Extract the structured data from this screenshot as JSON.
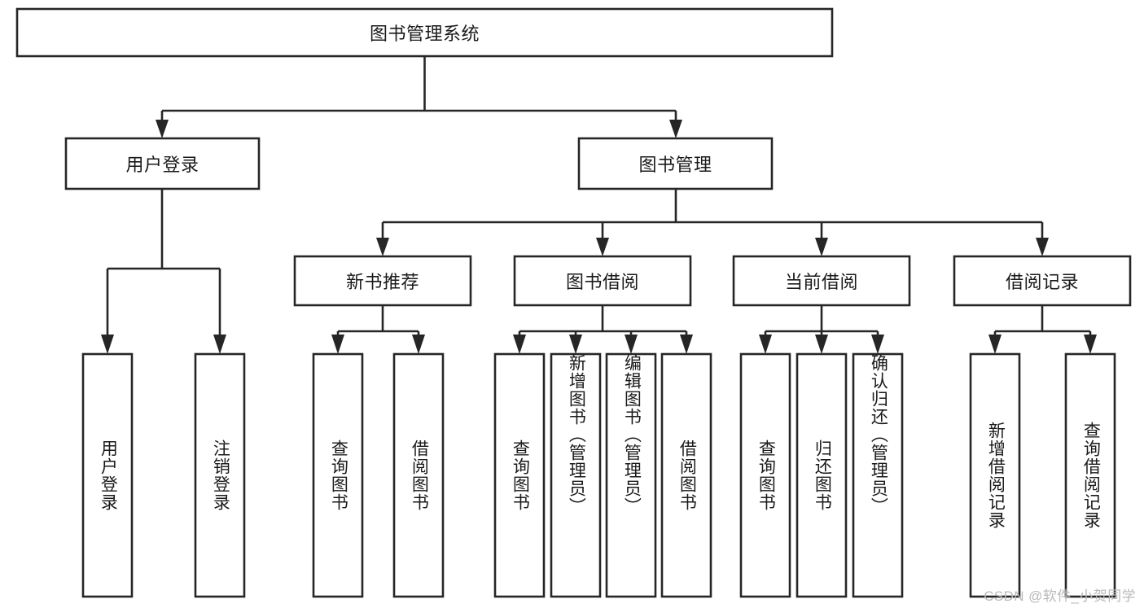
{
  "diagram": {
    "kind": "tree-hierarchy-chart",
    "title": "图书管理系统",
    "orientation": "top-down",
    "levels": 4,
    "root": {
      "id": "root",
      "label": "图书管理系统",
      "orientation": "horizontal"
    },
    "level2": [
      {
        "id": "user-login",
        "label": "用户登录",
        "orientation": "horizontal"
      },
      {
        "id": "book-management",
        "label": "图书管理",
        "orientation": "horizontal"
      }
    ],
    "level3": [
      {
        "id": "new-book-recommend",
        "label": "新书推荐",
        "orientation": "horizontal",
        "parent": "book-management"
      },
      {
        "id": "book-borrow",
        "label": "图书借阅",
        "orientation": "horizontal",
        "parent": "book-management"
      },
      {
        "id": "current-borrow",
        "label": "当前借阅",
        "orientation": "horizontal",
        "parent": "book-management"
      },
      {
        "id": "borrow-record",
        "label": "借阅记录",
        "orientation": "horizontal",
        "parent": "book-management"
      }
    ],
    "leaves": [
      {
        "id": "leaf-user-login",
        "label": "用户登录",
        "orientation": "vertical",
        "parent": "user-login"
      },
      {
        "id": "leaf-logout-login",
        "label": "注销登录",
        "orientation": "vertical",
        "parent": "user-login"
      },
      {
        "id": "leaf-query-book-1",
        "label": "查询图书",
        "orientation": "vertical",
        "parent": "new-book-recommend"
      },
      {
        "id": "leaf-borrow-book-1",
        "label": "借阅图书",
        "orientation": "vertical",
        "parent": "new-book-recommend"
      },
      {
        "id": "leaf-query-book-2",
        "label": "查询图书",
        "orientation": "vertical",
        "parent": "book-borrow"
      },
      {
        "id": "leaf-add-book",
        "label": "新增图书（管理员）",
        "orientation": "vertical",
        "parent": "book-borrow"
      },
      {
        "id": "leaf-edit-book",
        "label": "编辑图书（管理员）",
        "orientation": "vertical",
        "parent": "book-borrow"
      },
      {
        "id": "leaf-borrow-book-2",
        "label": "借阅图书",
        "orientation": "vertical",
        "parent": "book-borrow"
      },
      {
        "id": "leaf-query-book-3",
        "label": "查询图书",
        "orientation": "vertical",
        "parent": "current-borrow"
      },
      {
        "id": "leaf-return-book",
        "label": "归还图书",
        "orientation": "vertical",
        "parent": "current-borrow"
      },
      {
        "id": "leaf-confirm-return",
        "label": "确认归还（管理员）",
        "orientation": "vertical",
        "parent": "current-borrow"
      },
      {
        "id": "leaf-add-record",
        "label": "新增借阅记录",
        "orientation": "vertical",
        "parent": "borrow-record"
      },
      {
        "id": "leaf-query-record",
        "label": "查询借阅记录",
        "orientation": "vertical",
        "parent": "borrow-record"
      }
    ],
    "colors": {
      "box_stroke": "#262626",
      "box_fill": "#ffffff",
      "text": "#1a1a1a",
      "connector": "#262626",
      "background": "#ffffff",
      "watermark": "#b9b9b9"
    }
  },
  "watermark": {
    "text": "CSDN @软件_小贺同学"
  }
}
